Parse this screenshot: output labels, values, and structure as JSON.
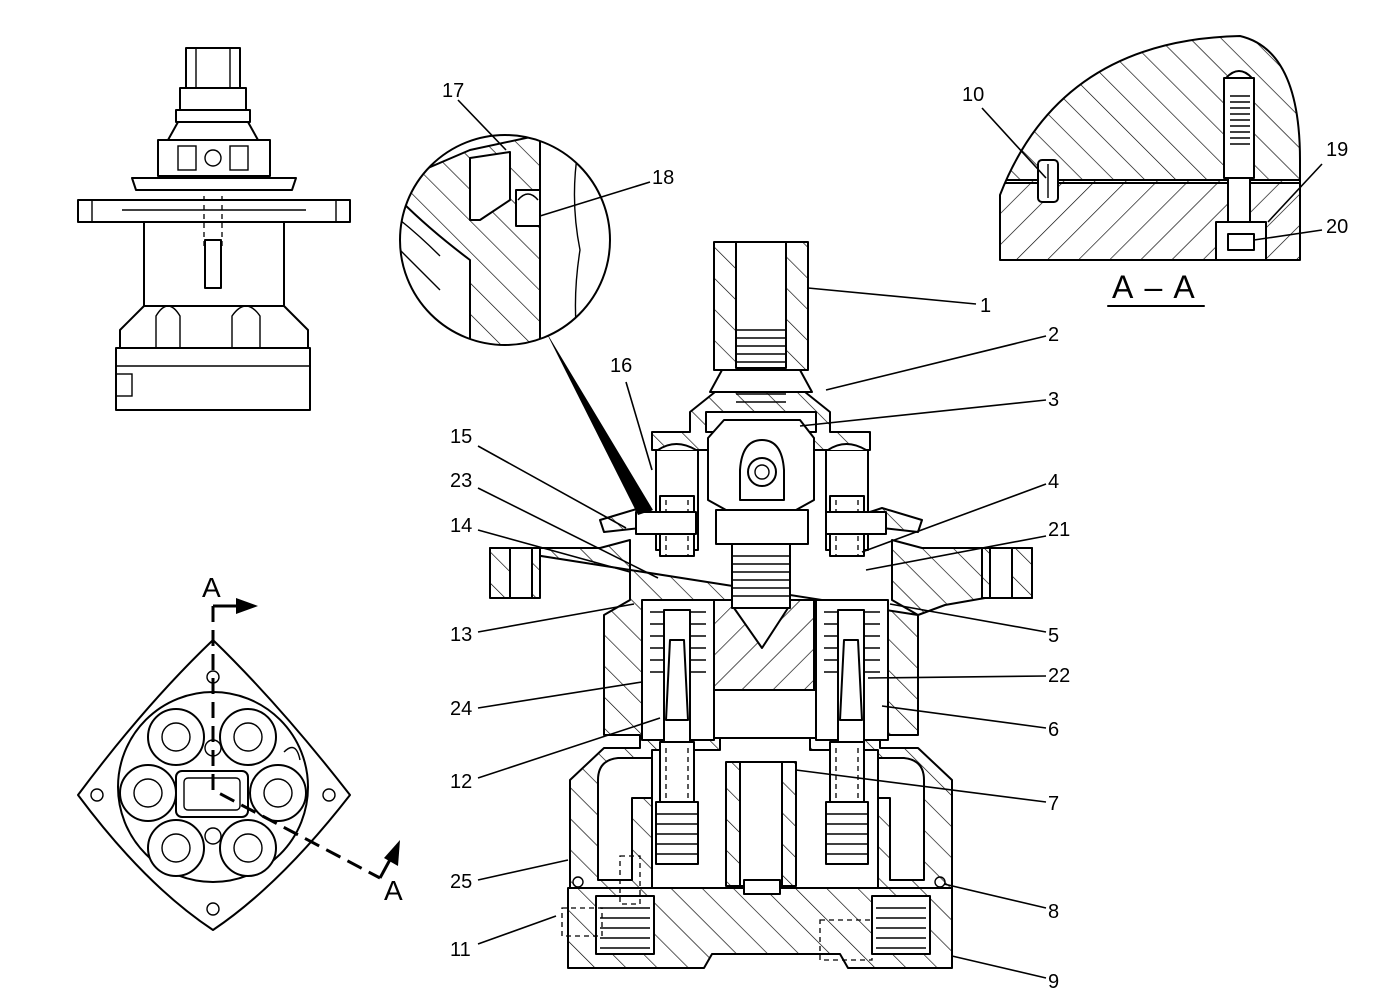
{
  "callouts": [
    "1",
    "2",
    "3",
    "4",
    "5",
    "6",
    "7",
    "8",
    "9",
    "10",
    "11",
    "12",
    "13",
    "14",
    "15",
    "16",
    "17",
    "18",
    "19",
    "20",
    "21",
    "22",
    "23",
    "24",
    "25"
  ],
  "section_marker": "A",
  "section_title": "A – A"
}
